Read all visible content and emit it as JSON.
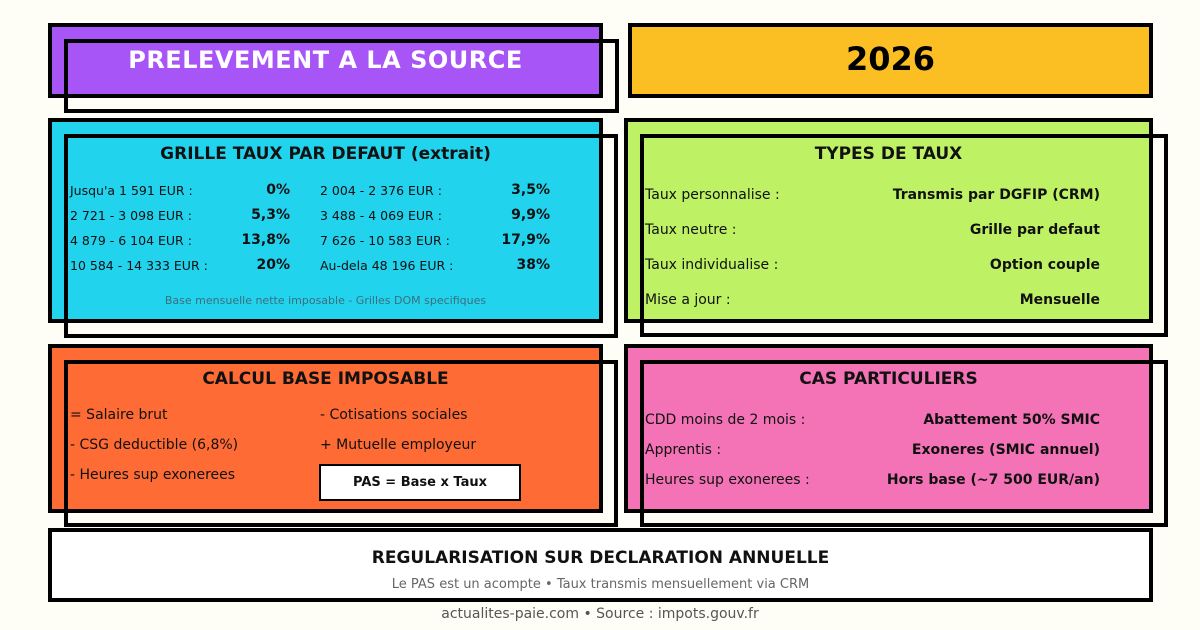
{
  "header": {
    "title": "PRELEVEMENT A LA SOURCE",
    "year": "2026"
  },
  "colors": {
    "background": "#fffef6",
    "title_box": "#a855f7",
    "year_box": "#fbbf24",
    "grid_box": "#22d3ee",
    "types_box": "#bef264",
    "calc_box": "#ff6b35",
    "cases_box": "#f472b6",
    "regul_box": "#ffffff",
    "border": "#000000"
  },
  "grid": {
    "title": "GRILLE TAUX PAR DEFAUT (extrait)",
    "rows": [
      {
        "left_label": "Jusqu'a 1 591 EUR :",
        "left_value": "0%",
        "right_label": "2 004 - 2 376 EUR :",
        "right_value": "3,5%"
      },
      {
        "left_label": "2 721 - 3 098 EUR :",
        "left_value": "5,3%",
        "right_label": "3 488 - 4 069 EUR :",
        "right_value": "9,9%"
      },
      {
        "left_label": "4 879 - 6 104 EUR :",
        "left_value": "13,8%",
        "right_label": "7 626 - 10 583 EUR :",
        "right_value": "17,9%"
      },
      {
        "left_label": "10 584 - 14 333 EUR :",
        "left_value": "20%",
        "right_label": "Au-dela 48 196 EUR :",
        "right_value": "38%"
      }
    ],
    "note": "Base mensuelle nette imposable - Grilles DOM specifiques"
  },
  "types": {
    "title": "TYPES DE TAUX",
    "rows": [
      {
        "label": "Taux personnalise :",
        "value": "Transmis par DGFIP (CRM)"
      },
      {
        "label": "Taux neutre :",
        "value": "Grille par defaut"
      },
      {
        "label": "Taux individualise :",
        "value": "Option couple"
      },
      {
        "label": "Mise a jour :",
        "value": "Mensuelle"
      }
    ]
  },
  "calc": {
    "title": "CALCUL BASE IMPOSABLE",
    "left_items": [
      "= Salaire brut",
      "- CSG deductible (6,8%)",
      "- Heures sup exonerees"
    ],
    "right_items": [
      "- Cotisations sociales",
      "+ Mutuelle employeur"
    ],
    "formula": "PAS = Base x Taux"
  },
  "cases": {
    "title": "CAS PARTICULIERS",
    "rows": [
      {
        "label": "CDD moins de 2 mois :",
        "value": "Abattement 50% SMIC"
      },
      {
        "label": "Apprentis :",
        "value": "Exoneres (SMIC annuel)"
      },
      {
        "label": "Heures sup exonerees :",
        "value": "Hors base (~7 500 EUR/an)"
      }
    ]
  },
  "regul": {
    "title": "REGULARISATION SUR DECLARATION ANNUELLE",
    "subtitle": "Le PAS est un acompte • Taux transmis mensuellement via CRM"
  },
  "footer": {
    "text": "actualites-paie.com • Source : impots.gouv.fr"
  }
}
